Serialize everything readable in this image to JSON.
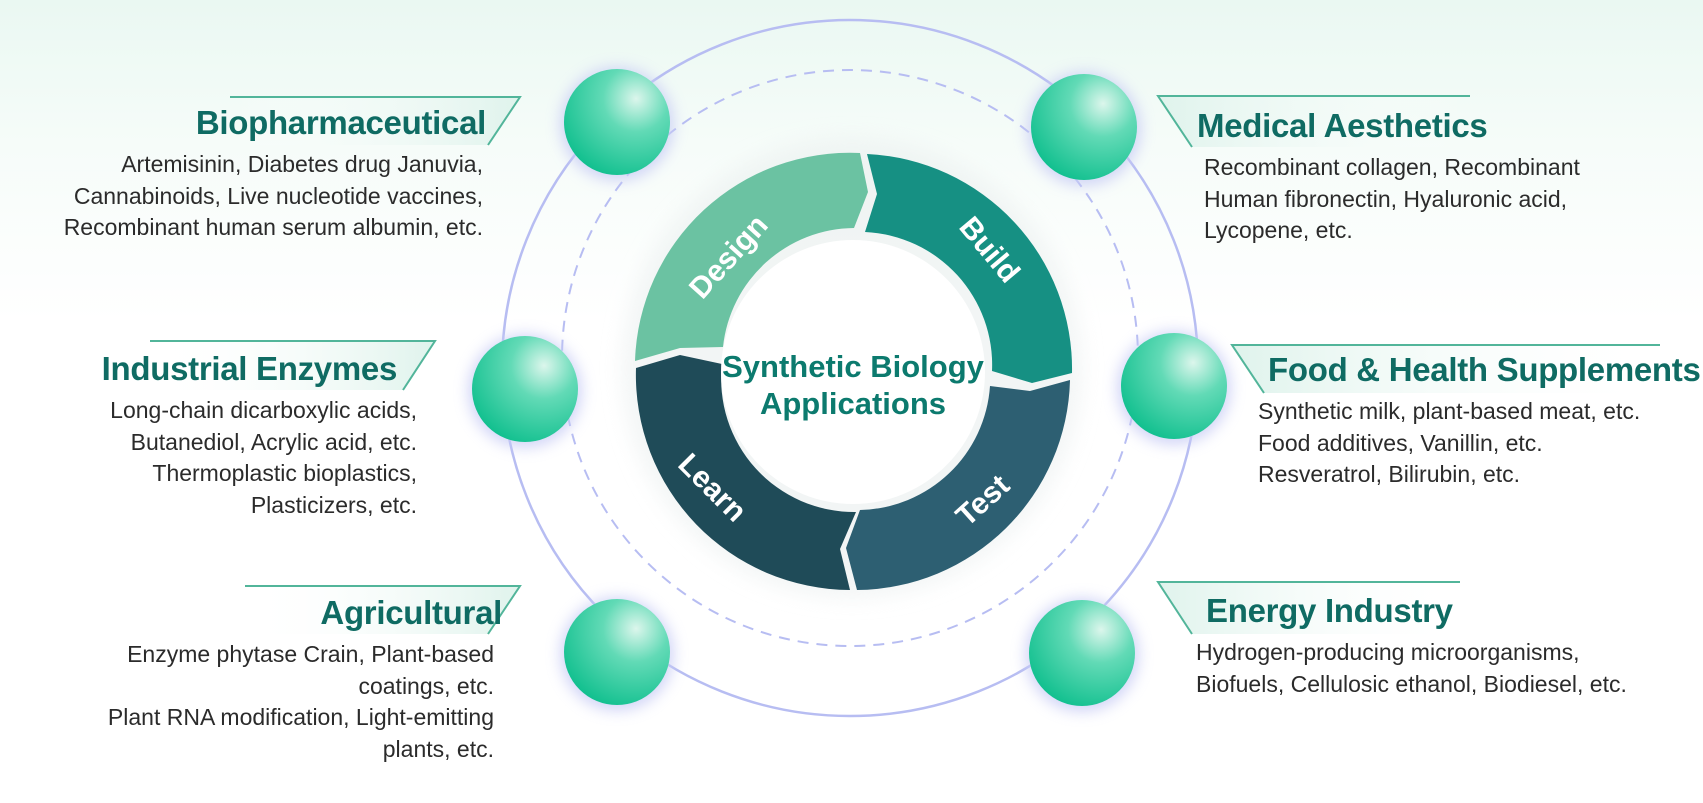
{
  "center": {
    "line1": "Synthetic Biology",
    "line2": "Applications"
  },
  "cycle": {
    "design": "Design",
    "build": "Build",
    "test": "Test",
    "learn": "Learn"
  },
  "categories": [
    {
      "title": "Biopharmaceutical",
      "lines": [
        "Artemisinin, Diabetes drug Januvia,",
        "Cannabinoids, Live nucleotide vaccines,",
        "Recombinant human serum albumin, etc."
      ]
    },
    {
      "title": "Industrial Enzymes",
      "lines": [
        "Long-chain dicarboxylic acids,",
        "Butanediol, Acrylic acid, etc.",
        "Thermoplastic bioplastics,",
        "Plasticizers, etc."
      ]
    },
    {
      "title": "Agricultural",
      "lines": [
        "Enzyme phytase Crain, Plant-based",
        "coatings, etc.",
        "Plant RNA modification, Light-emitting",
        "plants, etc."
      ]
    },
    {
      "title": "Medical Aesthetics",
      "lines": [
        "Recombinant collagen, Recombinant",
        "Human fibronectin, Hyaluronic acid,",
        "Lycopene, etc."
      ]
    },
    {
      "title": "Food & Health Supplements",
      "lines": [
        "Synthetic milk, plant-based meat, etc.",
        "Food additives, Vanillin, etc.",
        "Resveratrol, Bilirubin, etc."
      ]
    },
    {
      "title": "Energy Industry",
      "lines": [
        "Hydrogen-producing microorganisms,",
        "Biofuels, Cellulosic ethanol, Biodiesel, etc."
      ]
    }
  ],
  "colors": {
    "design": "#6bc2a2",
    "build": "#169083",
    "test": "#2d5f72",
    "learn": "#1f4b58",
    "orbit": "#b7bdf2",
    "node": "#1ac99a",
    "title": "#0f6b63"
  }
}
